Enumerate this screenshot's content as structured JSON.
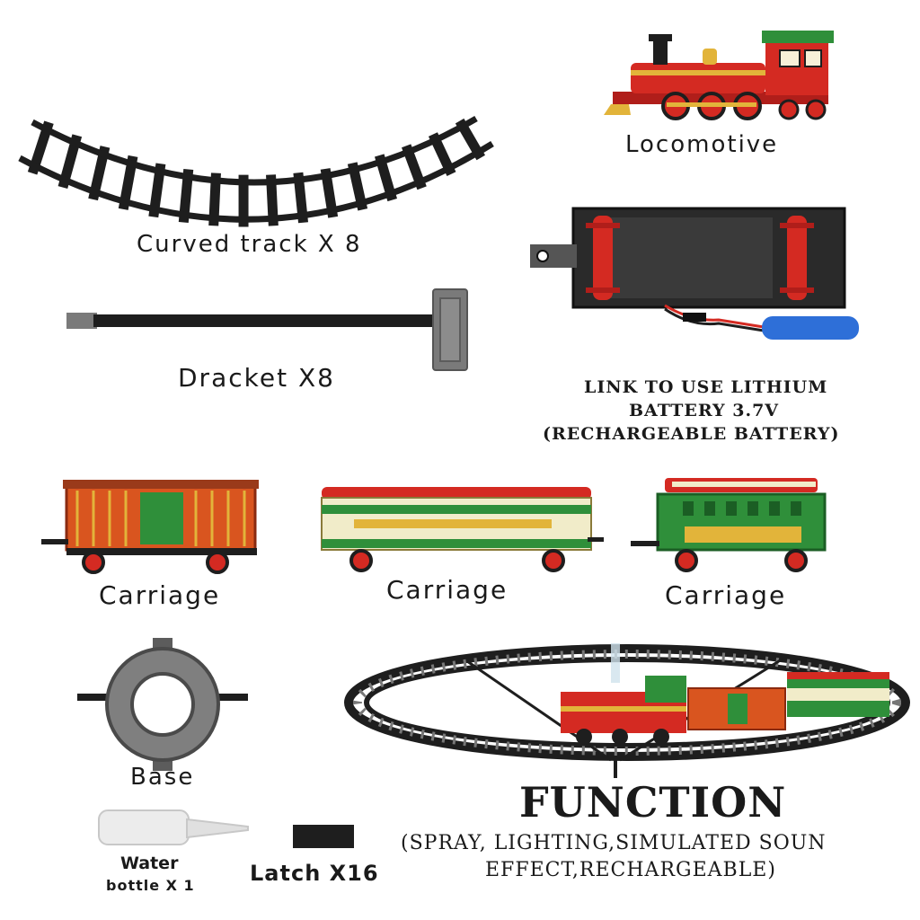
{
  "labels": {
    "locomotive": "Locomotive",
    "curved_track": "Curved track X 8",
    "bracket": "Dracket X8",
    "battery_line1": "LINK TO USE LITHIUM",
    "battery_line2": "BATTERY 3.7V",
    "battery_line3": "(RECHARGEABLE BATTERY)",
    "carriage_1": "Carriage",
    "carriage_2": "Carriage",
    "carriage_3": "Carriage",
    "base": "Base",
    "water_line1": "Water",
    "water_line2": "bottle X 1",
    "latch": "Latch X16",
    "function_title": "FUNCTION",
    "function_line1": "(SPRAY, LIGHTING,SIMULATED SOUN",
    "function_line2": "EFFECT,RECHARGEABLE)"
  },
  "colors": {
    "track": "#1e1e1e",
    "engine_red": "#d42a22",
    "engine_green": "#2f8f3a",
    "brass": "#e2b43a",
    "grey": "#7a7a7a",
    "cream": "#f1ecc9",
    "battery_blue": "#2e6fd8"
  }
}
